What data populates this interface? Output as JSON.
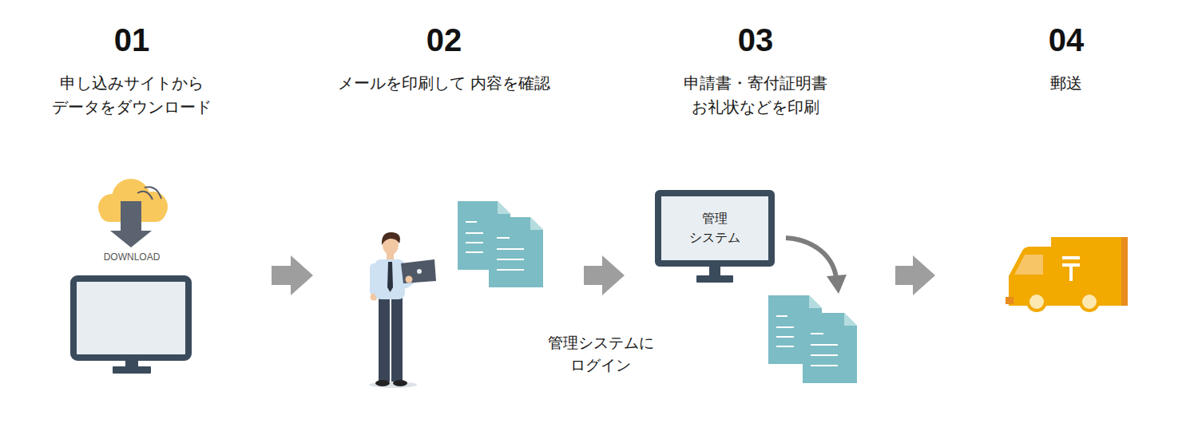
{
  "diagram": {
    "nodes": [
      {
        "text": [
          "01",
          "申し込みサイトから データをダウンロード"
        ]
      },
      {
        "text": [
          "02",
          "メールを印刷して 内容を確認"
        ]
      },
      {
        "text": [
          "03",
          "申請書・寄付証明書 お礼状などを印刷"
        ]
      },
      {
        "text": [
          "管理 システム"
        ],
        "in": 2
      },
      {
        "text": [
          "04",
          "郵送"
        ]
      }
    ],
    "edges": [
      {
        "from": 0,
        "to": 1,
        "arrow": "to"
      },
      {
        "from": 1,
        "to": 2,
        "arrow": "to",
        "label": "管理システムに ログイン"
      },
      {
        "from": 2,
        "to": 4,
        "arrow": "to"
      }
    ],
    "labels": [
      "DOWNLOAD"
    ]
  }
}
